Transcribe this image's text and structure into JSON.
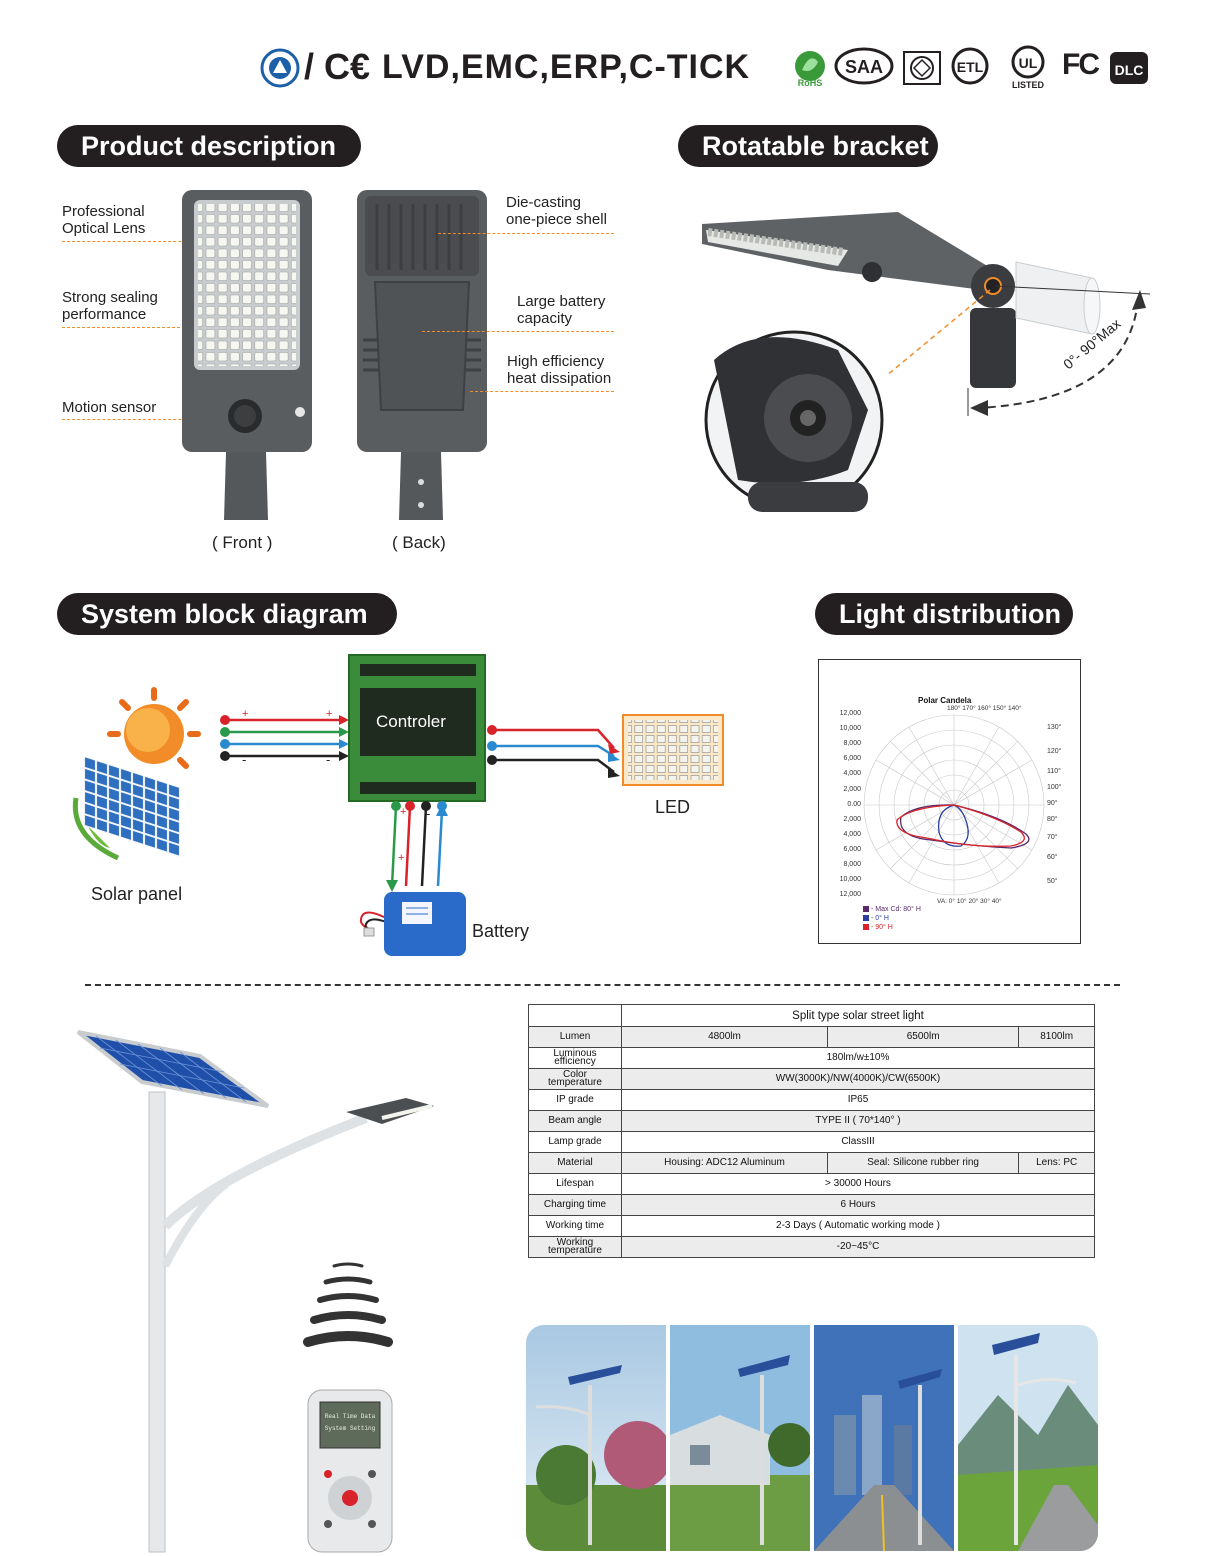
{
  "certifications": {
    "text": "LVD,EMC,ERP,C-TICK",
    "logos": [
      "tuv-seal-icon",
      "ce-mark-icon",
      "rohs-icon",
      "saa-icon",
      "nom-icon",
      "etl-icon",
      "ul-listed-icon",
      "fcc-icon",
      "dlc-icon"
    ],
    "ce_text": "/ C€",
    "rohs_text": "RoHS",
    "saa_text": "SAA",
    "etl_text": "ETL",
    "ul_text": "UL",
    "ul_sub": "LISTED",
    "fcc_text": "FC",
    "dlc_text": "DLC"
  },
  "product_description": {
    "title": "Product description",
    "labels": {
      "optical_lens": "Professional\nOptical Lens",
      "sealing": "Strong sealing\nperformance",
      "motion_sensor": "Motion sensor",
      "die_casting": "Die-casting\none-piece shell",
      "battery": "Large battery\ncapacity",
      "dissipation": "High efficiency\nheat dissipation"
    },
    "front_caption": "( Front )",
    "back_caption": "( Back)"
  },
  "rotatable_bracket": {
    "title": "Rotatable bracket",
    "angle_label": "0°- 90°Max"
  },
  "system_block": {
    "title": "System block diagram",
    "controller": "Controler",
    "solar_panel": "Solar panel",
    "led": "LED",
    "battery": "Battery",
    "plus": "+",
    "minus": "-"
  },
  "light_distribution": {
    "title": "Light distribution",
    "chart_title": "Polar Candela",
    "y_ticks": [
      "12,000",
      "10,000",
      "8,000",
      "6,000",
      "4,000",
      "2,000",
      "0.00",
      "2,000",
      "4,000",
      "6,000",
      "8,000",
      "10,000",
      "12,000"
    ],
    "top_angles": "180° 170° 160° 150°   140°",
    "right_angles": [
      "130°",
      "120°",
      "110°",
      "100°",
      "90°",
      "80°",
      "70°",
      "60°",
      "50°"
    ],
    "bottom_angles": "VA: 0°  10°  20°   30°     40°",
    "legend": [
      {
        "label": "- Max Cd: 80° H",
        "color": "#5a2a6a"
      },
      {
        "label": "- 0° H",
        "color": "#2a3fa0"
      },
      {
        "label": "- 90° H",
        "color": "#d8232a"
      }
    ]
  },
  "spec_table": {
    "title": "Split type solar street light",
    "rows": [
      {
        "label": "Lumen",
        "values": [
          "4800lm",
          "6500lm",
          "8100lm"
        ]
      },
      {
        "label": "Luminous\nefficiency",
        "values": [
          "180lm/w±10%"
        ]
      },
      {
        "label": "Color\ntemperature",
        "values": [
          "WW(3000K)/NW(4000K)/CW(6500K)"
        ]
      },
      {
        "label": "IP grade",
        "values": [
          "IP65"
        ]
      },
      {
        "label": "Beam angle",
        "values": [
          "TYPE II ( 70*140° )"
        ]
      },
      {
        "label": "Lamp grade",
        "values": [
          "ClassIII"
        ]
      },
      {
        "label": "Material",
        "values": [
          "Housing: ADC12 Aluminum",
          "Seal: Silicone rubber ring",
          "Lens: PC"
        ]
      },
      {
        "label": "Lifespan",
        "values": [
          "> 30000 Hours"
        ]
      },
      {
        "label": "Charging time",
        "values": [
          "6 Hours"
        ]
      },
      {
        "label": "Working time",
        "values": [
          "2-3 Days ( Automatic working mode )"
        ]
      },
      {
        "label": "Working\ntemperature",
        "values": [
          "-20~45°C"
        ]
      }
    ]
  },
  "remote": {
    "screen_lines": [
      "Real Time Data",
      "System Setting"
    ]
  },
  "colors": {
    "pill_bg": "#231f20",
    "accent_orange": "#f28c28",
    "controller_green": "#3a8c3a",
    "wire_red": "#d8232a",
    "wire_green": "#2a9a4a",
    "wire_blue": "#2a8ad0"
  }
}
